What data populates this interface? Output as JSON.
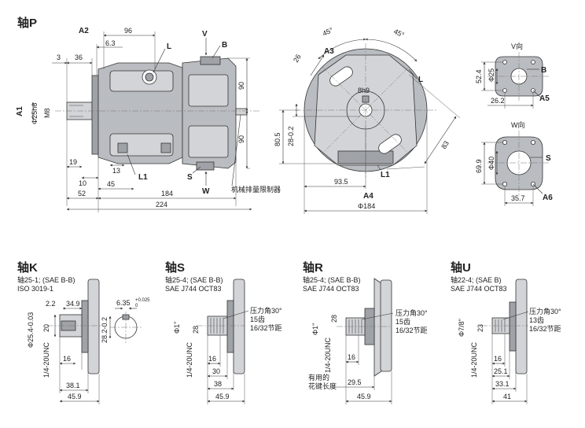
{
  "main": {
    "title": "轴P",
    "side": {
      "dims": [
        "96",
        "6.3",
        "3",
        "36",
        "Φ25h6",
        "M8",
        "19",
        "10",
        "45",
        "13",
        "52",
        "184",
        "224",
        "90",
        "90"
      ],
      "labels": {
        "a2": "A2",
        "a1": "A1",
        "l": "L",
        "l1": "L1",
        "v": "V",
        "b": "B",
        "s": "S",
        "w": "W"
      },
      "note": "机械排量限制器"
    },
    "front": {
      "dims": [
        "45°",
        "45°",
        "26",
        "8h9",
        "80.5",
        "28-0.2",
        "93.5",
        "Φ184",
        "83"
      ],
      "labels": {
        "a3": "A3",
        "l": "L",
        "l1": "L1",
        "a4": "A4"
      }
    },
    "view_v": {
      "title": "V向",
      "dims": [
        "52.4",
        "Φ25",
        "26.2"
      ],
      "labels": {
        "b": "B",
        "a5": "A5"
      }
    },
    "view_w": {
      "title": "W向",
      "dims": [
        "69.9",
        "Φ40",
        "35.7"
      ],
      "labels": {
        "s": "S",
        "a6": "A6"
      }
    }
  },
  "shafts": [
    {
      "title": "轴K",
      "spec1": "轴25-1; (SAE B-B)",
      "spec2": "ISO 3019-1",
      "dims": [
        "2.2",
        "34.9",
        "Φ25.4-0.03",
        "20",
        "1/4-20UNC",
        "16",
        "38.1",
        "45.9",
        "6.35",
        "+0.025",
        "0",
        "28.2-0.2"
      ]
    },
    {
      "title": "轴S",
      "spec1": "轴25-4; (SAE B-B)",
      "spec2": "SAE J744 OCT83",
      "dims": [
        "Φ1\"",
        "1/4-20UNC",
        "28",
        "16",
        "30",
        "38",
        "45.9"
      ],
      "note": [
        "压力角30°",
        "15齿",
        "16/32节距"
      ]
    },
    {
      "title": "轴R",
      "spec1": "轴25-4; (SAE B-B)",
      "spec2": "SAE J744 OCT83",
      "dims": [
        "Φ1\"",
        "1/4-20UNC",
        "28",
        "16",
        "29.5",
        "45.9"
      ],
      "note": [
        "压力角30°",
        "15齿",
        "16/32节距"
      ],
      "note2": [
        "有用的",
        "花键长度"
      ]
    },
    {
      "title": "轴U",
      "spec1": "轴22-4; (SAE B)",
      "spec2": "SAE J744 OCT83",
      "dims": [
        "Φ7/8\"",
        "1/4-20UNC",
        "23",
        "16",
        "25.1",
        "33.1",
        "41"
      ],
      "note": [
        "压力角30°",
        "13齿",
        "16/32节距"
      ]
    }
  ]
}
